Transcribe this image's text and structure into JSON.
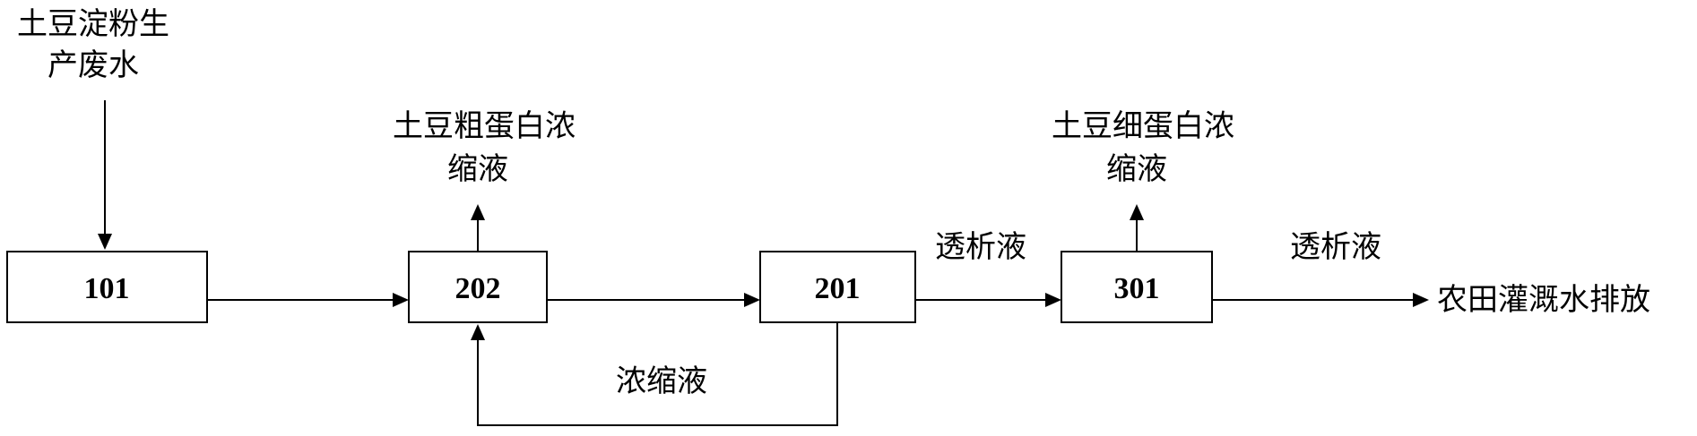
{
  "source": {
    "line1": "土豆淀粉生",
    "line2": "产废水"
  },
  "units": [
    {
      "id": "101"
    },
    {
      "id": "202"
    },
    {
      "id": "201"
    },
    {
      "id": "301"
    }
  ],
  "outputs": {
    "coarse_protein": {
      "line1": "土豆粗蛋白浓",
      "line2": "缩液"
    },
    "fine_protein": {
      "line1": "土豆细蛋白浓",
      "line2": "缩液"
    }
  },
  "flows": {
    "dialysate_1": "透析液",
    "dialysate_2": "透析液",
    "concentrate_recycle": "浓缩液"
  },
  "destination": "农田灌溉水排放"
}
